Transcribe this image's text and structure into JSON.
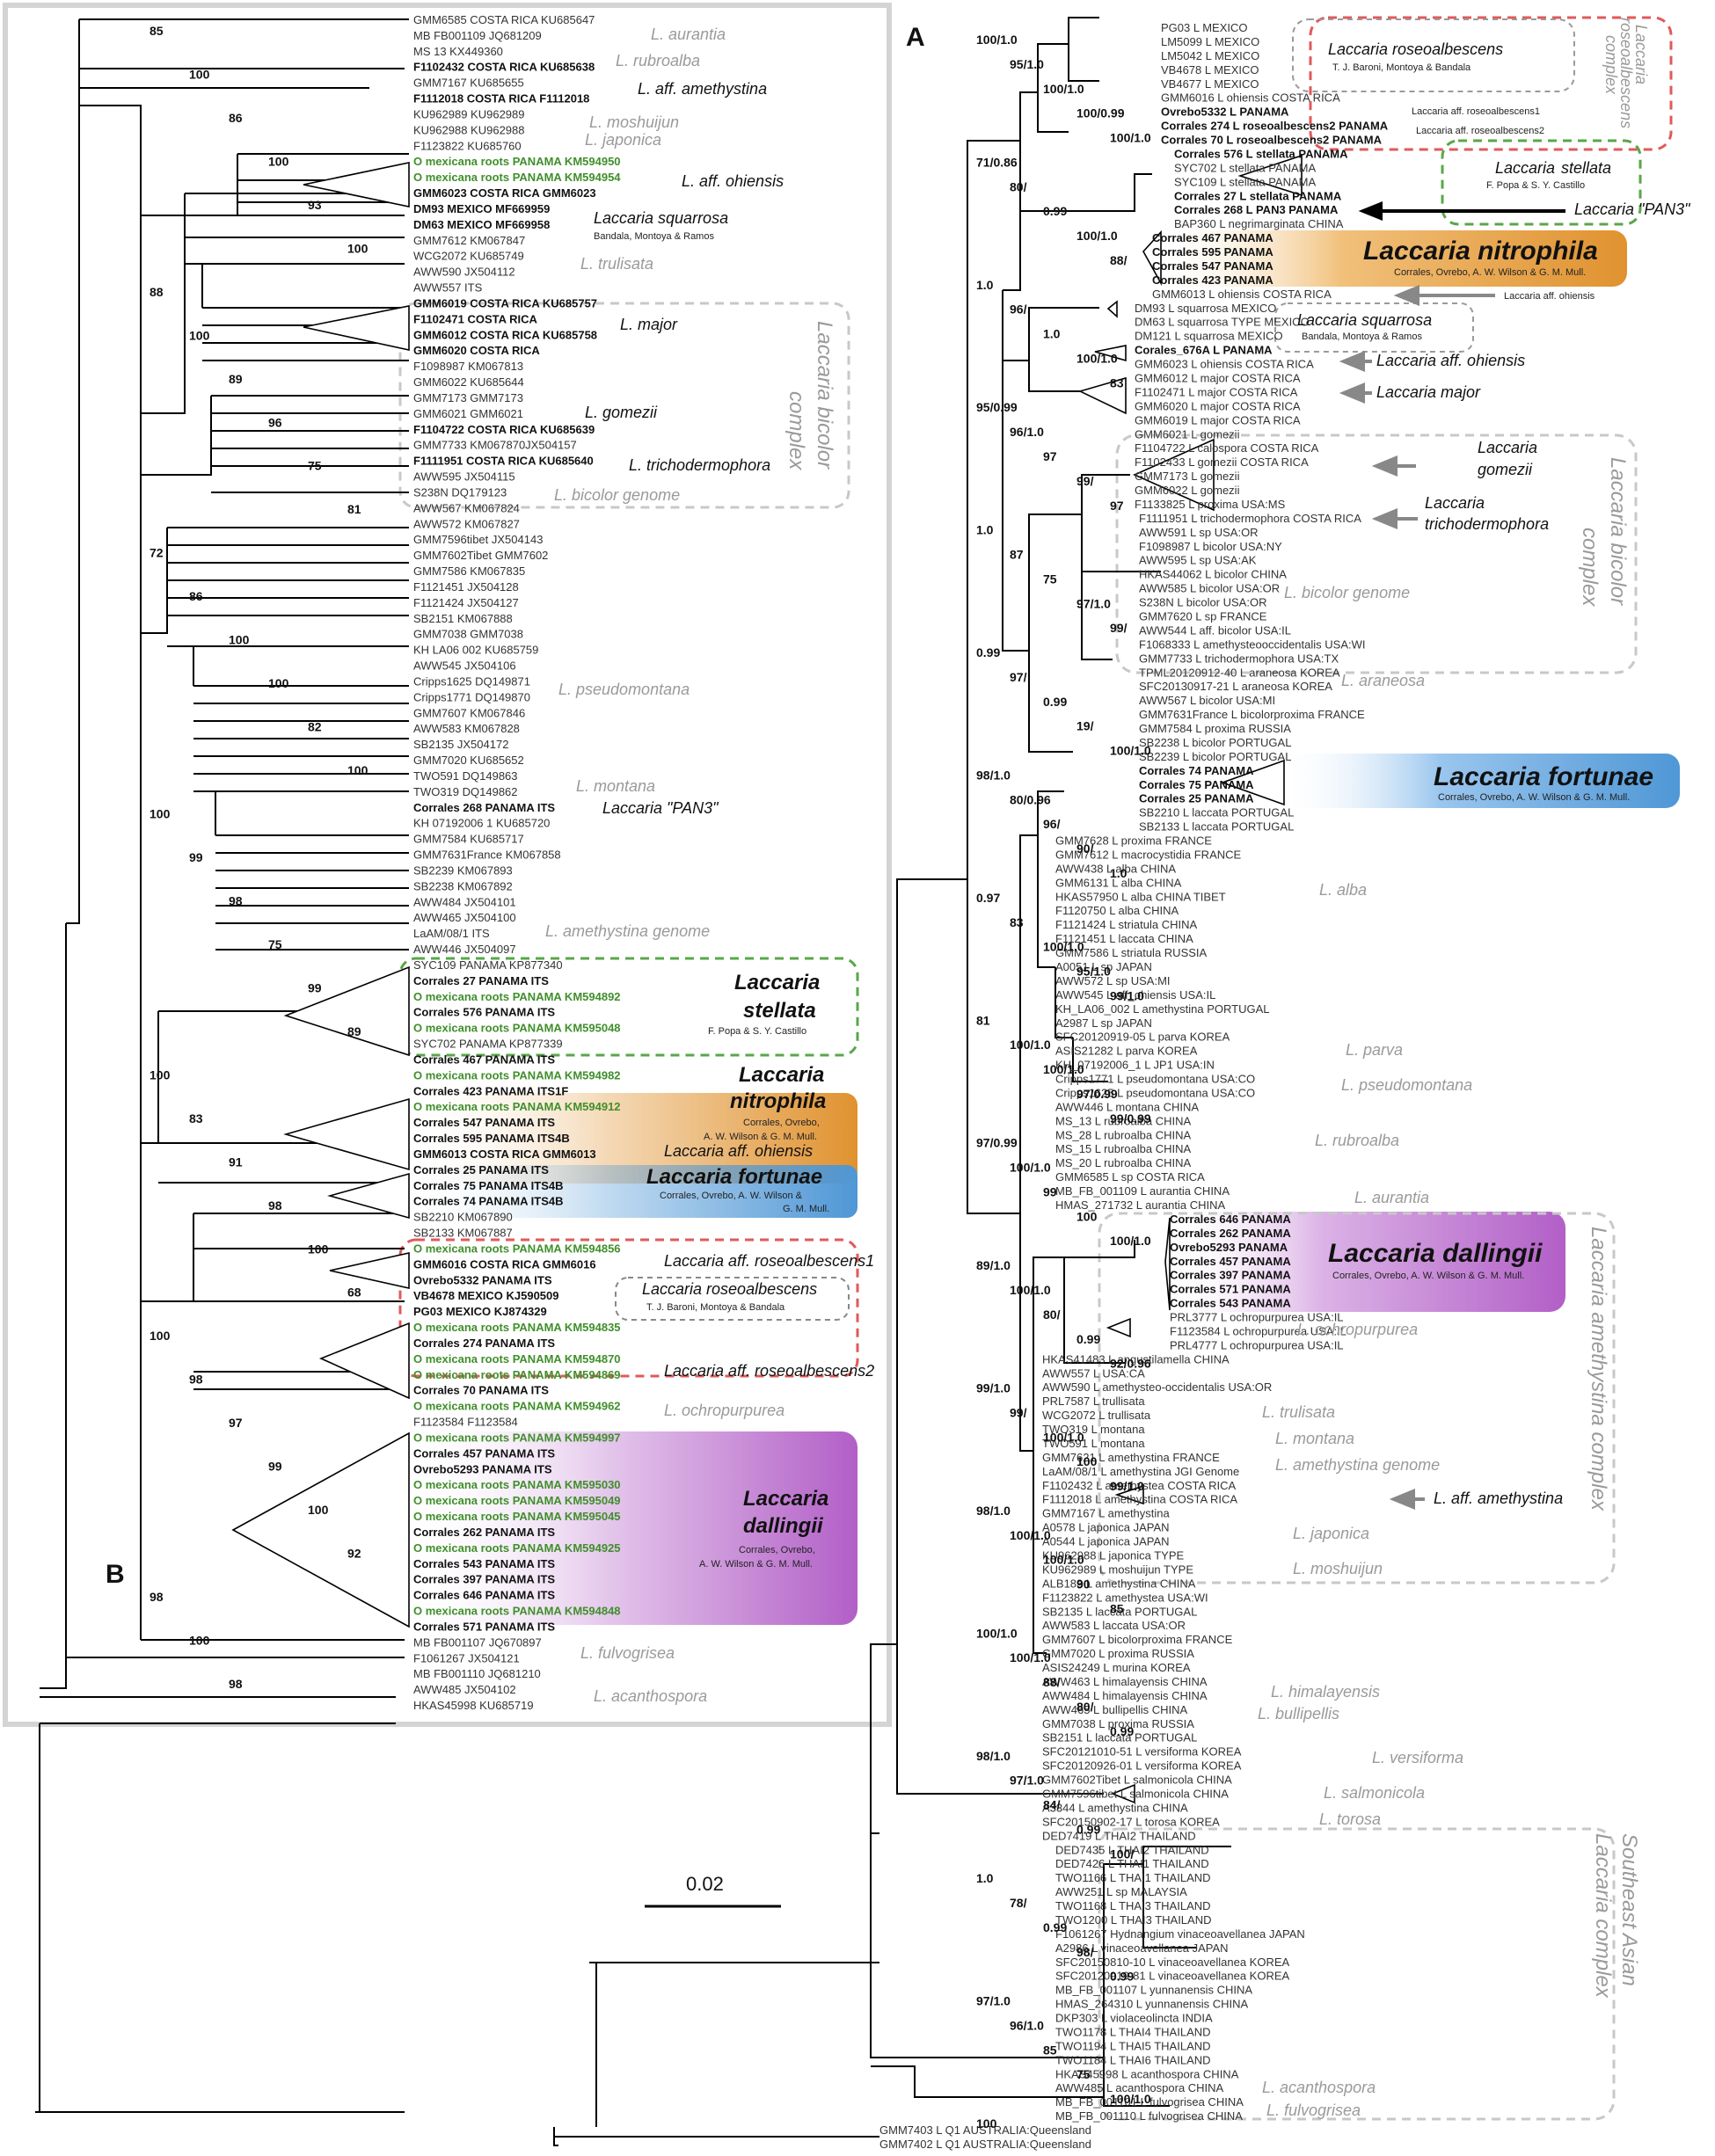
{
  "panels": {
    "a": "A",
    "b": "B"
  },
  "scale": {
    "label": "0.02"
  },
  "colors": {
    "nitrophila_box": "#e0922f",
    "fortunae_box": "#4f97d6",
    "dallingii_box": "#b25fc7",
    "green_roots": "#3f8f2a",
    "red_dash": "#e05a5a",
    "green_dash": "#5aa64a",
    "gray_dash": "#bcbcbc"
  },
  "panel_a": {
    "clades": {
      "roseo": "Laccaria roseoalbescens",
      "roseo_auth": "T. J. Baroni, Montoya & Bandala",
      "roseo_cx1": "Laccaria",
      "roseo_cx2": "roseoalbescens",
      "roseo_cx3": "complex",
      "aff_roseo1": "Laccaria aff. roseoalbescens1",
      "aff_roseo2": "Laccaria aff. roseoalbescens2",
      "stellata1": "Laccaria",
      "stellata2": "stellata",
      "stellata_auth": "F. Popa & S. Y. Castillo",
      "pan3": "Laccaria \"PAN3\"",
      "nitrophila": "Laccaria nitrophila",
      "nitrophila_auth": "Corrales, Ovrebo, A. W. Wilson & G. M. Mull.",
      "aff_ohiensis": "Laccaria aff. ohiensis",
      "squarrosa": "Laccaria squarrosa",
      "squarrosa_auth": "Bandala, Montoya & Ramos",
      "aff_ohiensis2": "Laccaria aff. ohiensis",
      "major": "Laccaria major",
      "gomezii1": "Laccaria",
      "gomezii2": "gomezii",
      "tricho1": "Laccaria",
      "tricho2": "trichodermophora",
      "bicolor_genome": "L. bicolor genome",
      "bicolor_cx1": "Laccaria bicolor",
      "bicolor_cx2": "complex",
      "araneosa": "L. araneosa",
      "fortunae": "Laccaria fortunae",
      "fortunae_auth": "Corrales, Ovrebo, A. W. Wilson & G. M. Mull.",
      "alba": "L. alba",
      "parva": "L. parva",
      "pseudomontana": "L. pseudomontana",
      "rubroalba": "L. rubroalba",
      "aurantia": "L. aurantia",
      "dallingii": "Laccaria dallingii",
      "dallingii_auth": "Corrales, Ovrebo, A. W. Wilson & G. M. Mull.",
      "ochro": "L. ochropurpurea",
      "trulisata": "L. trulisata",
      "montana": "L. montana",
      "amethystina_genome": "L. amethystina genome",
      "aff_amethystina": "L. aff. amethystina",
      "japonica": "L. japonica",
      "moshuijun": "L. moshuijun",
      "amethystina_cx": "Laccaria amethystina complex",
      "himalayensis": "L. himalayensis",
      "bullipellis": "L. bullipellis",
      "versiforma": "L. versiforma",
      "salmonicola": "L. salmonicola",
      "torosa": "L. torosa",
      "sea_cx1": "Southeast Asian",
      "sea_cx2": "Laccaria complex",
      "acanthospora": "L. acanthospora",
      "fulvogrisea": "L. fulvogrisea"
    },
    "tips": [
      "PG03 L MEXICO",
      "LM5099 L MEXICO",
      "LM5042 L MEXICO",
      "VB4678 L MEXICO",
      "VB4677 L MEXICO",
      "GMM6016 L ohiensis COSTA RICA",
      "Ovrebo5332 L PANAMA",
      "Corrales 274 L roseoalbescens2 PANAMA",
      "Corrales 70 L roseoalbescens2 PANAMA",
      "Corrales 576 L stellata PANAMA",
      "SYC702 L stellata PANAMA",
      "SYC109 L stellata PANAMA",
      "Corrales 27 L stellata PANAMA",
      "Corrales 268 L PAN3 PANAMA",
      "BAP360 L negrimarginata CHINA",
      "Corrales 467 PANAMA",
      "Corrales 595 PANAMA",
      "Corrales 547 PANAMA",
      "Corrales 423 PANAMA",
      "GMM6013 L ohiensis COSTA RICA",
      "DM93 L squarrosa MEXICO",
      "DM63 L squarrosa TYPE MEXICO",
      "DM121 L squarrosa MEXICO",
      "Corales_676A L PANAMA",
      "GMM6023 L ohiensis COSTA RICA",
      "GMM6012 L major COSTA RICA",
      "F1102471 L major COSTA RICA",
      "GMM6020 L major COSTA RICA",
      "GMM6019 L major COSTA RICA",
      "GMM6021 L gomezii",
      "F1104722 L calospora COSTA RICA",
      "F1102433 L gomezii COSTA RICA",
      "GMM7173 L gomezii",
      "GMM6022 L gomezii",
      "F1133825 L proxima USA:MS",
      "F1111951 L trichodermophora COSTA RICA",
      "AWW591 L sp USA:OR",
      "F1098987 L bicolor USA:NY",
      "AWW595 L sp USA:AK",
      "HKAS44062 L bicolor CHINA",
      "AWW585 L bicolor USA:OR",
      "S238N L bicolor USA:OR",
      "GMM7620 L sp FRANCE",
      "AWW544 L aff. bicolor USA:IL",
      "F1068333 L amethysteooccidentalis USA:WI",
      "GMM7733 L trichodermophora USA:TX",
      "TPML20120912-40 L araneosa KOREA",
      "SFC20130917-21 L araneosa KOREA",
      "AWW567 L bicolor USA:MI",
      "GMM7631France L bicolorproxima FRANCE",
      "GMM7584 L proxima RUSSIA",
      "SB2238 L bicolor PORTUGAL",
      "SB2239 L bicolor PORTUGAL",
      "Corrales 74 PANAMA",
      "Corrales 75 PANAMA",
      "Corrales 25 PANAMA",
      "SB2210 L laccata PORTUGAL",
      "SB2133 L laccata PORTUGAL",
      "GMM7628 L proxima FRANCE",
      "GMM7612 L macrocystidia FRANCE",
      "AWW438 L alba CHINA",
      "GMM6131 L alba CHINA",
      "HKAS57950 L alba CHINA TIBET",
      "F1120750 L alba CHINA",
      "F1121424 L striatula CHINA",
      "F1121451 L laccata CHINA",
      "GMM7586 L striatula RUSSIA",
      "A0051 L sp JAPAN",
      "AWW572 L sp USA:MI",
      "AWW545 L aff_ohiensis USA:IL",
      "KH_LA06_002 L amethystina PORTUGAL",
      "A2987 L sp JAPAN",
      "SFC20120919-05 L parva KOREA",
      "ASIS21282 L parva KOREA",
      "KH_07192006_1 L JP1 USA:IN",
      "Cripps1771 L pseudomontana USA:CO",
      "Cripps1625 L pseudomontana USA:CO",
      "AWW446 L montana CHINA",
      "MS_13 L rubroalba CHINA",
      "MS_28 L rubroalba CHINA",
      "MS_15 L rubroalba CHINA",
      "MS_20 L rubroalba CHINA",
      "GMM6585 L sp COSTA RICA",
      "MB_FB_001109 L aurantia CHINA",
      "HMAS_271732 L aurantia CHINA",
      "Corrales 646 PANAMA",
      "Corrales 262 PANAMA",
      "Ovrebo5293 PANAMA",
      "Corrales 457 PANAMA",
      "Corrales 397 PANAMA",
      "Corrales 571 PANAMA",
      "Corrales 543 PANAMA",
      "PRL3777 L ochropurpurea USA:IL",
      "F1123584 L ochropurpurea USA:IL",
      "PRL4777 L ochropurpurea USA:IL",
      "HKAS41483 L angustilamella CHINA",
      "AWW557 L USA:CA",
      "AWW590 L amethysteo-occidentalis USA:OR",
      "PRL7587 L trullisata",
      "WCG2072 L trullisata",
      "TWO319 L montana",
      "TWO591 L montana",
      "GMM7621 L amethystina FRANCE",
      "LaAM/08/1 L amethystina JGI Genome",
      "F1102432 L amethystea COSTA RICA",
      "F1112018 L amethystina COSTA RICA",
      "GMM7167 L amethystina",
      "A0578 L japonica JAPAN",
      "A0544 L japonica JAPAN",
      "KU962988 L japonica TYPE",
      "KU962989 L moshuijun TYPE",
      "ALB183 L amethystina CHINA",
      "F1123822 L amethystea USA:WI",
      "SB2135 L laccata PORTUGAL",
      "AWW583 L laccata USA:OR",
      "GMM7607 L bicolorproxima FRANCE",
      "GMM7020 L proxima RUSSIA",
      "ASIS24249 L murina KOREA",
      "AWW463 L himalayensis CHINA",
      "AWW484 L himalayensis CHINA",
      "AWW465 L bullipellis CHINA",
      "GMM7038 L proxima RUSSIA",
      "SB2151 L laccata PORTUGAL",
      "SFC20121010-51 L versiforma KOREA",
      "SFC20120926-01 L versiforma KOREA",
      "GMM7602Tibet L salmonicola CHINA",
      "GMM7596tibet L salmonicola CHINA",
      "A3344 L amethystina CHINA",
      "SFC20150902-17 L torosa KOREA",
      "DED7419 L THAI2 THAILAND",
      "DED7435 L THAI2 THAILAND",
      "DED7426 L THAI1 THAILAND",
      "TWO1166 L THAI1 THAILAND",
      "AWW251 L sp MALAYSIA",
      "TWO1168 L THAI3 THAILAND",
      "TWO1200 L THAI3 THAILAND",
      "F1061267 Hydnangium vinaceoavellanea JAPAN",
      "A2986 L vinaceoavellanea JAPAN",
      "SFC20150810-10 L vinaceoavellanea KOREA",
      "SFC20120919-81 L vinaceoavellanea KOREA",
      "MB_FB_001107 L yunnanensis CHINA",
      "HMAS_264310 L yunnanensis CHINA",
      "DKP303 L violaceolincta INDIA",
      "TWO1178 L THAI4 THAILAND",
      "TWO1194 L THAI5 THAILAND",
      "TWO1184 L THAI6 THAILAND",
      "HKAS45998 L acanthospora CHINA",
      "AWW485 L acanthospora CHINA",
      "MB_FB_001101 L fulvogrisea CHINA",
      "MB_FB_001110 L fulvogrisea CHINA",
      "GMM7403 L Q1 AUSTRALIA:Queensland",
      "GMM7402 L Q1 AUSTRALIA:Queensland"
    ],
    "supports": [
      "100/1.0",
      "95/1.0",
      "100/1.0",
      "100/0.99",
      "100/1.0",
      "71/0.86",
      "80/",
      "0.99",
      "100/1.0",
      "88/",
      "1.0",
      "96/",
      "1.0",
      "100/1.0",
      "83",
      "95/0.99",
      "96/1.0",
      "97",
      "99/",
      "97",
      "1.0",
      "87",
      "75",
      "97/1.0",
      "99/",
      "0.99",
      "97/",
      "0.99",
      "19/",
      "100/1.0",
      "98/1.0",
      "80/0.96",
      "96/",
      "90/",
      "1.0",
      "0.97",
      "83",
      "100/1.0",
      "95/1.0",
      "99/1.0",
      "81",
      "100/1.0",
      "100/1.0",
      "97/0.99",
      "99/0.99",
      "97/0.99",
      "100/1.0",
      "99",
      "100",
      "100/1.0",
      "89/1.0",
      "100/1.0",
      "80/",
      "0.99",
      "92/0.96",
      "99/1.0",
      "99/",
      "100/1.0",
      "100",
      "99/1.0",
      "98/1.0",
      "100/1.0",
      "100/1.0",
      "90",
      "85",
      "100/1.0",
      "100/1.0",
      "88/",
      "80/",
      "0.99",
      "98/1.0",
      "97/1.0",
      "84/",
      "0.99",
      "100/",
      "1.0",
      "78/",
      "0.99",
      "98/",
      "0.99",
      "97/1.0",
      "96/1.0",
      "85",
      "75",
      "100/1.0",
      "100"
    ]
  },
  "panel_b": {
    "clades": {
      "aurantia": "L. aurantia",
      "rubroalba": "L. rubroalba",
      "aff_amethystina": "L. aff. amethystina",
      "moshuijun": "L. moshuijun",
      "japonica": "L. japonica",
      "aff_ohiensis": "L. aff. ohiensis",
      "squarrosa": "Laccaria squarrosa",
      "squarrosa_auth": "Bandala, Montoya & Ramos",
      "trulisata": "L. trulisata",
      "major": "L. major",
      "gomezii": "L. gomezii",
      "tricho": "L. trichodermophora",
      "bicolor_genome": "L. bicolor genome",
      "bicolor_cx1": "Laccaria bicolor",
      "bicolor_cx2": "complex",
      "pseudomontana": "L. pseudomontana",
      "montana": "L. montana",
      "pan3": "Laccaria \"PAN3\"",
      "amethystina_genome": "L. amethystina genome",
      "stellata1": "Laccaria",
      "stellata2": "stellata",
      "stellata_auth": "F. Popa & S. Y. Castillo",
      "nitrophila1": "Laccaria",
      "nitrophila2": "nitrophila",
      "nitrophila_auth1": "Corrales, Ovrebo,",
      "nitrophila_auth2": "A. W. Wilson & G. M. Mull.",
      "aff_ohiensis2": "Laccaria aff. ohiensis",
      "fortunae": "Laccaria fortunae",
      "fortunae_auth1": "Corrales, Ovrebo, A. W. Wilson &",
      "fortunae_auth2": "G. M. Mull.",
      "aff_roseo1": "Laccaria aff. roseoalbescens1",
      "roseo": "Laccaria roseoalbescens",
      "roseo_auth": "T. J. Baroni, Montoya & Bandala",
      "aff_roseo2": "Laccaria aff. roseoalbescens2",
      "ochro": "L. ochropurpurea",
      "dallingii1": "Laccaria",
      "dallingii2": "dallingii",
      "dallingii_auth1": "Corrales, Ovrebo,",
      "dallingii_auth2": "A. W. Wilson & G. M. Mull.",
      "fulvogrisea": "L. fulvogrisea",
      "acanthospora": "L. acanthospora"
    },
    "tips": [
      "GMM6585 COSTA RICA KU685647",
      "MB FB001109 JQ681209",
      "MS 13 KX449360",
      "F1102432 COSTA RICA KU685638",
      "GMM7167 KU685655",
      "F1112018 COSTA RICA F1112018",
      "KU962989 KU962989",
      "KU962988 KU962988",
      "F1123822 KU685760",
      "O mexicana roots PANAMA KM594950",
      "O mexicana roots PANAMA KM594954",
      "GMM6023 COSTA RICA GMM6023",
      "DM93 MEXICO MF669959",
      "DM63 MEXICO MF669958",
      "GMM7612 KM067847",
      "WCG2072 KU685749",
      "AWW590 JX504112",
      "AWW557 ITS",
      "GMM6019 COSTA RICA KU685757",
      "F1102471 COSTA RICA",
      "GMM6012 COSTA RICA KU685758",
      "GMM6020 COSTA RICA",
      "F1098987 KM067813",
      "GMM6022 KU685644",
      "GMM7173 GMM7173",
      "GMM6021 GMM6021",
      "F1104722 COSTA RICA KU685639",
      "GMM7733 KM067870JX504157",
      "F1111951 COSTA RICA KU685640",
      "AWW595 JX504115",
      "S238N DQ179123",
      "AWW567 KM067824",
      "AWW572 KM067827",
      "GMM7596tibet JX504143",
      "GMM7602Tibet GMM7602",
      "GMM7586 KM067835",
      "F1121451 JX504128",
      "F1121424 JX504127",
      "SB2151 KM067888",
      "GMM7038 GMM7038",
      "KH LA06 002 KU685759",
      "AWW545 JX504106",
      "Cripps1625 DQ149871",
      "Cripps1771 DQ149870",
      "GMM7607 KM067846",
      "AWW583 KM067828",
      "SB2135 JX504172",
      "GMM7020 KU685652",
      "TWO591 DQ149863",
      "TWO319 DQ149862",
      "Corrales 268 PANAMA ITS",
      "KH 07192006 1 KU685720",
      "GMM7584 KU685717",
      "GMM7631France KM067858",
      "SB2239 KM067893",
      "SB2238 KM067892",
      "AWW484 JX504101",
      "AWW465 JX504100",
      "LaAM/08/1 ITS",
      "AWW446 JX504097",
      "SYC109 PANAMA KP877340",
      "Corrales 27 PANAMA ITS",
      "O mexicana roots PANAMA KM594892",
      "Corrales 576 PANAMA ITS",
      "O mexicana roots PANAMA KM595048",
      "SYC702 PANAMA KP877339",
      "Corrales 467 PANAMA ITS",
      "O mexicana roots PANAMA KM594982",
      "Corrales 423 PANAMA ITS1F",
      "O mexicana roots PANAMA KM594912",
      "Corrales 547 PANAMA ITS",
      "Corrales 595 PANAMA ITS4B",
      "GMM6013 COSTA RICA GMM6013",
      "Corrales 25 PANAMA ITS",
      "Corrales 75 PANAMA ITS4B",
      "Corrales 74 PANAMA ITS4B",
      "SB2210 KM067890",
      "SB2133 KM067887",
      "O mexicana roots PANAMA KM594856",
      "GMM6016 COSTA RICA GMM6016",
      "Ovrebo5332 PANAMA ITS",
      "VB4678 MEXICO KJ590509",
      "PG03 MEXICO KJ874329",
      "O mexicana roots PANAMA KM594835",
      "Corrales 274 PANAMA ITS",
      "O mexicana roots PANAMA KM594870",
      "O mexicana roots PANAMA KM594869",
      "Corrales 70 PANAMA ITS",
      "O mexicana roots PANAMA KM594962",
      "F1123584 F1123584",
      "O mexicana roots PANAMA KM594997",
      "Corrales 457 PANAMA ITS",
      "Ovrebo5293 PANAMA ITS",
      "O mexicana roots PANAMA KM595030",
      "O mexicana roots PANAMA KM595049",
      "O mexicana roots PANAMA KM595045",
      "Corrales 262 PANAMA ITS",
      "O mexicana roots PANAMA KM594925",
      "Corrales 543 PANAMA ITS",
      "Corrales 397 PANAMA ITS",
      "Corrales 646 PANAMA ITS",
      "O mexicana roots PANAMA KM594848",
      "Corrales 571 PANAMA ITS",
      "MB FB001107 JQ670897",
      "F1061267 JX504121",
      "MB FB001110 JQ681210",
      "AWW485 JX504102",
      "HKAS45998 KU685719"
    ],
    "supports": [
      "85",
      "100",
      "86",
      "100",
      "93",
      "100",
      "88",
      "100",
      "89",
      "96",
      "75",
      "81",
      "72",
      "86",
      "100",
      "100",
      "82",
      "100",
      "100",
      "99",
      "98",
      "75",
      "99",
      "89",
      "100",
      "83",
      "91",
      "98",
      "100",
      "68",
      "100",
      "98",
      "97",
      "99",
      "100",
      "92",
      "98",
      "100",
      "98"
    ]
  }
}
